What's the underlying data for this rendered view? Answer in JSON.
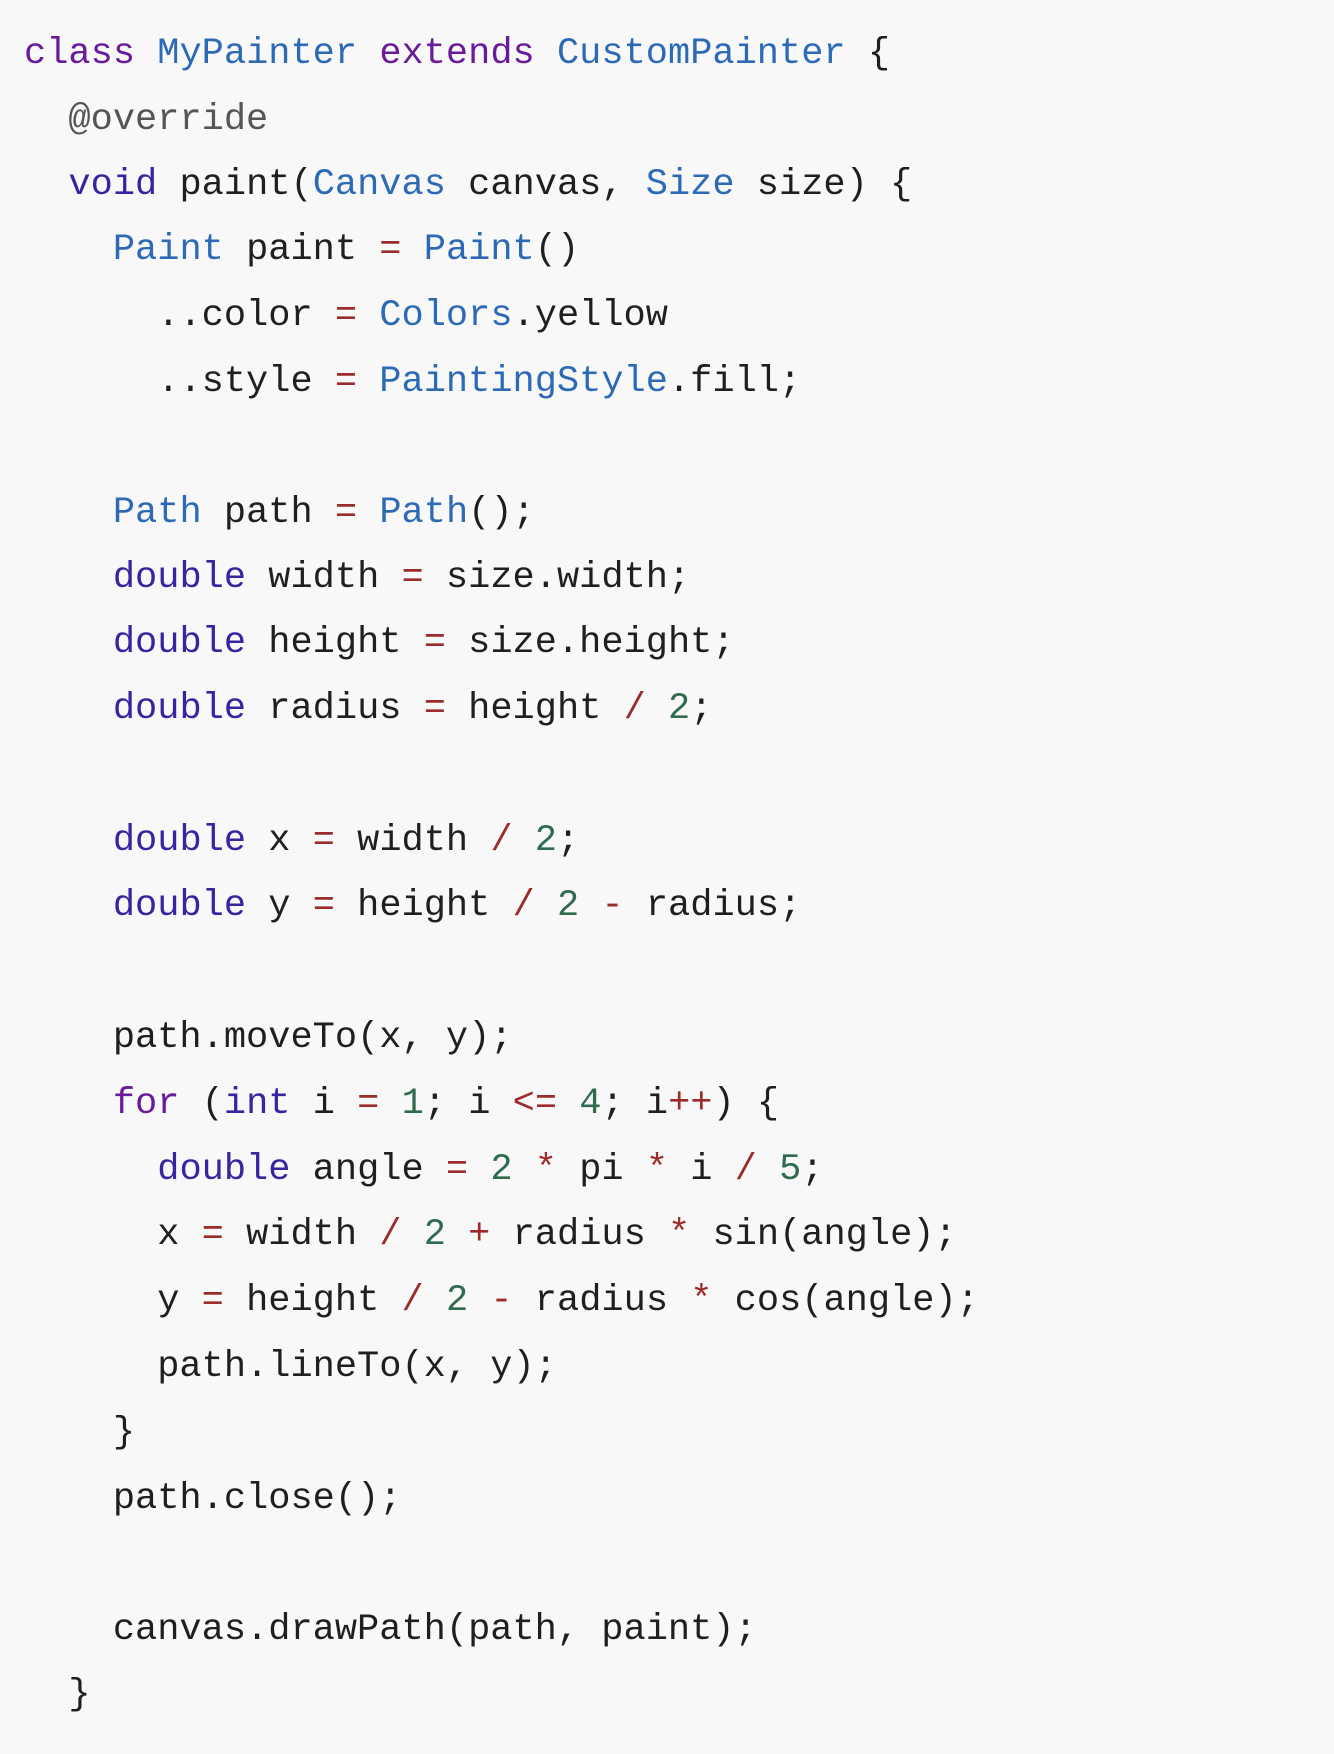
{
  "colors": {
    "background": "#f8f8f8",
    "keyword": "#6a1b9a",
    "declaration_keyword": "#3a22a0",
    "type": "#2d6ab5",
    "operator": "#9c2b2b",
    "number": "#2f6b4e",
    "annotation": "#555555",
    "plain": "#1f1f1f"
  },
  "code": {
    "lines": [
      {
        "tokens": [
          {
            "t": "kw",
            "text": "class"
          },
          {
            "t": "plain",
            "text": " "
          },
          {
            "t": "type",
            "text": "MyPainter"
          },
          {
            "t": "plain",
            "text": " "
          },
          {
            "t": "kw",
            "text": "extends"
          },
          {
            "t": "plain",
            "text": " "
          },
          {
            "t": "type",
            "text": "CustomPainter"
          },
          {
            "t": "plain",
            "text": " {"
          }
        ]
      },
      {
        "tokens": [
          {
            "t": "plain",
            "text": "  "
          },
          {
            "t": "anno",
            "text": "@override"
          }
        ]
      },
      {
        "tokens": [
          {
            "t": "plain",
            "text": "  "
          },
          {
            "t": "kw2",
            "text": "void"
          },
          {
            "t": "plain",
            "text": " paint("
          },
          {
            "t": "type",
            "text": "Canvas"
          },
          {
            "t": "plain",
            "text": " canvas, "
          },
          {
            "t": "type",
            "text": "Size"
          },
          {
            "t": "plain",
            "text": " size) {"
          }
        ]
      },
      {
        "tokens": [
          {
            "t": "plain",
            "text": "    "
          },
          {
            "t": "type",
            "text": "Paint"
          },
          {
            "t": "plain",
            "text": " paint "
          },
          {
            "t": "op",
            "text": "="
          },
          {
            "t": "plain",
            "text": " "
          },
          {
            "t": "type",
            "text": "Paint"
          },
          {
            "t": "plain",
            "text": "()"
          }
        ]
      },
      {
        "tokens": [
          {
            "t": "plain",
            "text": "      ..color "
          },
          {
            "t": "op",
            "text": "="
          },
          {
            "t": "plain",
            "text": " "
          },
          {
            "t": "type",
            "text": "Colors"
          },
          {
            "t": "plain",
            "text": ".yellow"
          }
        ]
      },
      {
        "tokens": [
          {
            "t": "plain",
            "text": "      ..style "
          },
          {
            "t": "op",
            "text": "="
          },
          {
            "t": "plain",
            "text": " "
          },
          {
            "t": "type",
            "text": "PaintingStyle"
          },
          {
            "t": "plain",
            "text": ".fill;"
          }
        ]
      },
      {
        "tokens": []
      },
      {
        "tokens": [
          {
            "t": "plain",
            "text": "    "
          },
          {
            "t": "type",
            "text": "Path"
          },
          {
            "t": "plain",
            "text": " path "
          },
          {
            "t": "op",
            "text": "="
          },
          {
            "t": "plain",
            "text": " "
          },
          {
            "t": "type",
            "text": "Path"
          },
          {
            "t": "plain",
            "text": "();"
          }
        ]
      },
      {
        "tokens": [
          {
            "t": "plain",
            "text": "    "
          },
          {
            "t": "kw2",
            "text": "double"
          },
          {
            "t": "plain",
            "text": " width "
          },
          {
            "t": "op",
            "text": "="
          },
          {
            "t": "plain",
            "text": " size.width;"
          }
        ]
      },
      {
        "tokens": [
          {
            "t": "plain",
            "text": "    "
          },
          {
            "t": "kw2",
            "text": "double"
          },
          {
            "t": "plain",
            "text": " height "
          },
          {
            "t": "op",
            "text": "="
          },
          {
            "t": "plain",
            "text": " size.height;"
          }
        ]
      },
      {
        "tokens": [
          {
            "t": "plain",
            "text": "    "
          },
          {
            "t": "kw2",
            "text": "double"
          },
          {
            "t": "plain",
            "text": " radius "
          },
          {
            "t": "op",
            "text": "="
          },
          {
            "t": "plain",
            "text": " height "
          },
          {
            "t": "op",
            "text": "/"
          },
          {
            "t": "plain",
            "text": " "
          },
          {
            "t": "num",
            "text": "2"
          },
          {
            "t": "plain",
            "text": ";"
          }
        ]
      },
      {
        "tokens": []
      },
      {
        "tokens": [
          {
            "t": "plain",
            "text": "    "
          },
          {
            "t": "kw2",
            "text": "double"
          },
          {
            "t": "plain",
            "text": " x "
          },
          {
            "t": "op",
            "text": "="
          },
          {
            "t": "plain",
            "text": " width "
          },
          {
            "t": "op",
            "text": "/"
          },
          {
            "t": "plain",
            "text": " "
          },
          {
            "t": "num",
            "text": "2"
          },
          {
            "t": "plain",
            "text": ";"
          }
        ]
      },
      {
        "tokens": [
          {
            "t": "plain",
            "text": "    "
          },
          {
            "t": "kw2",
            "text": "double"
          },
          {
            "t": "plain",
            "text": " y "
          },
          {
            "t": "op",
            "text": "="
          },
          {
            "t": "plain",
            "text": " height "
          },
          {
            "t": "op",
            "text": "/"
          },
          {
            "t": "plain",
            "text": " "
          },
          {
            "t": "num",
            "text": "2"
          },
          {
            "t": "plain",
            "text": " "
          },
          {
            "t": "op",
            "text": "-"
          },
          {
            "t": "plain",
            "text": " radius;"
          }
        ]
      },
      {
        "tokens": []
      },
      {
        "tokens": [
          {
            "t": "plain",
            "text": "    path.moveTo(x, y);"
          }
        ]
      },
      {
        "tokens": [
          {
            "t": "plain",
            "text": "    "
          },
          {
            "t": "kw",
            "text": "for"
          },
          {
            "t": "plain",
            "text": " ("
          },
          {
            "t": "kw2",
            "text": "int"
          },
          {
            "t": "plain",
            "text": " i "
          },
          {
            "t": "op",
            "text": "="
          },
          {
            "t": "plain",
            "text": " "
          },
          {
            "t": "num",
            "text": "1"
          },
          {
            "t": "plain",
            "text": "; i "
          },
          {
            "t": "op",
            "text": "<="
          },
          {
            "t": "plain",
            "text": " "
          },
          {
            "t": "num",
            "text": "4"
          },
          {
            "t": "plain",
            "text": "; i"
          },
          {
            "t": "op",
            "text": "++"
          },
          {
            "t": "plain",
            "text": ") {"
          }
        ]
      },
      {
        "tokens": [
          {
            "t": "plain",
            "text": "      "
          },
          {
            "t": "kw2",
            "text": "double"
          },
          {
            "t": "plain",
            "text": " angle "
          },
          {
            "t": "op",
            "text": "="
          },
          {
            "t": "plain",
            "text": " "
          },
          {
            "t": "num",
            "text": "2"
          },
          {
            "t": "plain",
            "text": " "
          },
          {
            "t": "op",
            "text": "*"
          },
          {
            "t": "plain",
            "text": " pi "
          },
          {
            "t": "op",
            "text": "*"
          },
          {
            "t": "plain",
            "text": " i "
          },
          {
            "t": "op",
            "text": "/"
          },
          {
            "t": "plain",
            "text": " "
          },
          {
            "t": "num",
            "text": "5"
          },
          {
            "t": "plain",
            "text": ";"
          }
        ]
      },
      {
        "tokens": [
          {
            "t": "plain",
            "text": "      x "
          },
          {
            "t": "op",
            "text": "="
          },
          {
            "t": "plain",
            "text": " width "
          },
          {
            "t": "op",
            "text": "/"
          },
          {
            "t": "plain",
            "text": " "
          },
          {
            "t": "num",
            "text": "2"
          },
          {
            "t": "plain",
            "text": " "
          },
          {
            "t": "op",
            "text": "+"
          },
          {
            "t": "plain",
            "text": " radius "
          },
          {
            "t": "op",
            "text": "*"
          },
          {
            "t": "plain",
            "text": " sin(angle);"
          }
        ]
      },
      {
        "tokens": [
          {
            "t": "plain",
            "text": "      y "
          },
          {
            "t": "op",
            "text": "="
          },
          {
            "t": "plain",
            "text": " height "
          },
          {
            "t": "op",
            "text": "/"
          },
          {
            "t": "plain",
            "text": " "
          },
          {
            "t": "num",
            "text": "2"
          },
          {
            "t": "plain",
            "text": " "
          },
          {
            "t": "op",
            "text": "-"
          },
          {
            "t": "plain",
            "text": " radius "
          },
          {
            "t": "op",
            "text": "*"
          },
          {
            "t": "plain",
            "text": " cos(angle);"
          }
        ]
      },
      {
        "tokens": [
          {
            "t": "plain",
            "text": "      path.lineTo(x, y);"
          }
        ]
      },
      {
        "tokens": [
          {
            "t": "plain",
            "text": "    }"
          }
        ]
      },
      {
        "tokens": [
          {
            "t": "plain",
            "text": "    path.close();"
          }
        ]
      },
      {
        "tokens": []
      },
      {
        "tokens": [
          {
            "t": "plain",
            "text": "    canvas.drawPath(path, paint);"
          }
        ]
      },
      {
        "tokens": [
          {
            "t": "plain",
            "text": "  }"
          }
        ]
      }
    ]
  }
}
